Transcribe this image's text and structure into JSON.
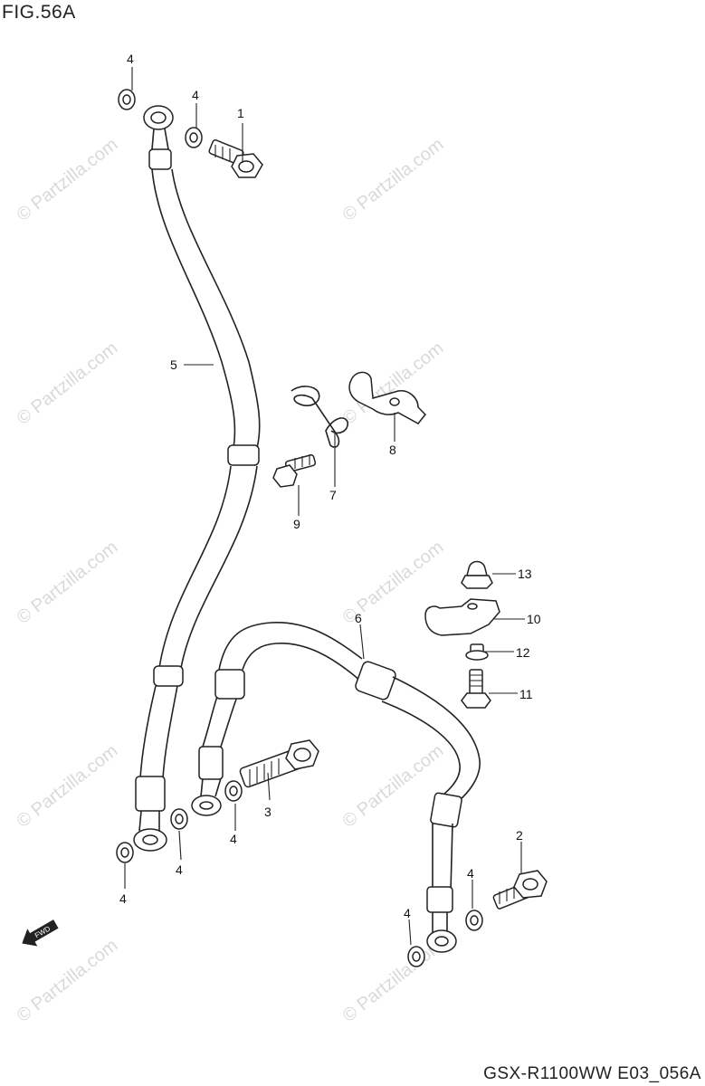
{
  "figure": {
    "title": "FIG.56A",
    "model_code": "GSX-R1100WW  E03_056A",
    "watermark": "© Partzilla.com",
    "fwd_label": "FWD"
  },
  "callouts": [
    "1",
    "2",
    "3",
    "4",
    "4",
    "4",
    "4",
    "4",
    "4",
    "4",
    "5",
    "6",
    "7",
    "8",
    "9",
    "10",
    "11",
    "12",
    "13"
  ],
  "colors": {
    "line": "#222222",
    "watermark": "#d9d9d9",
    "background": "#ffffff"
  }
}
